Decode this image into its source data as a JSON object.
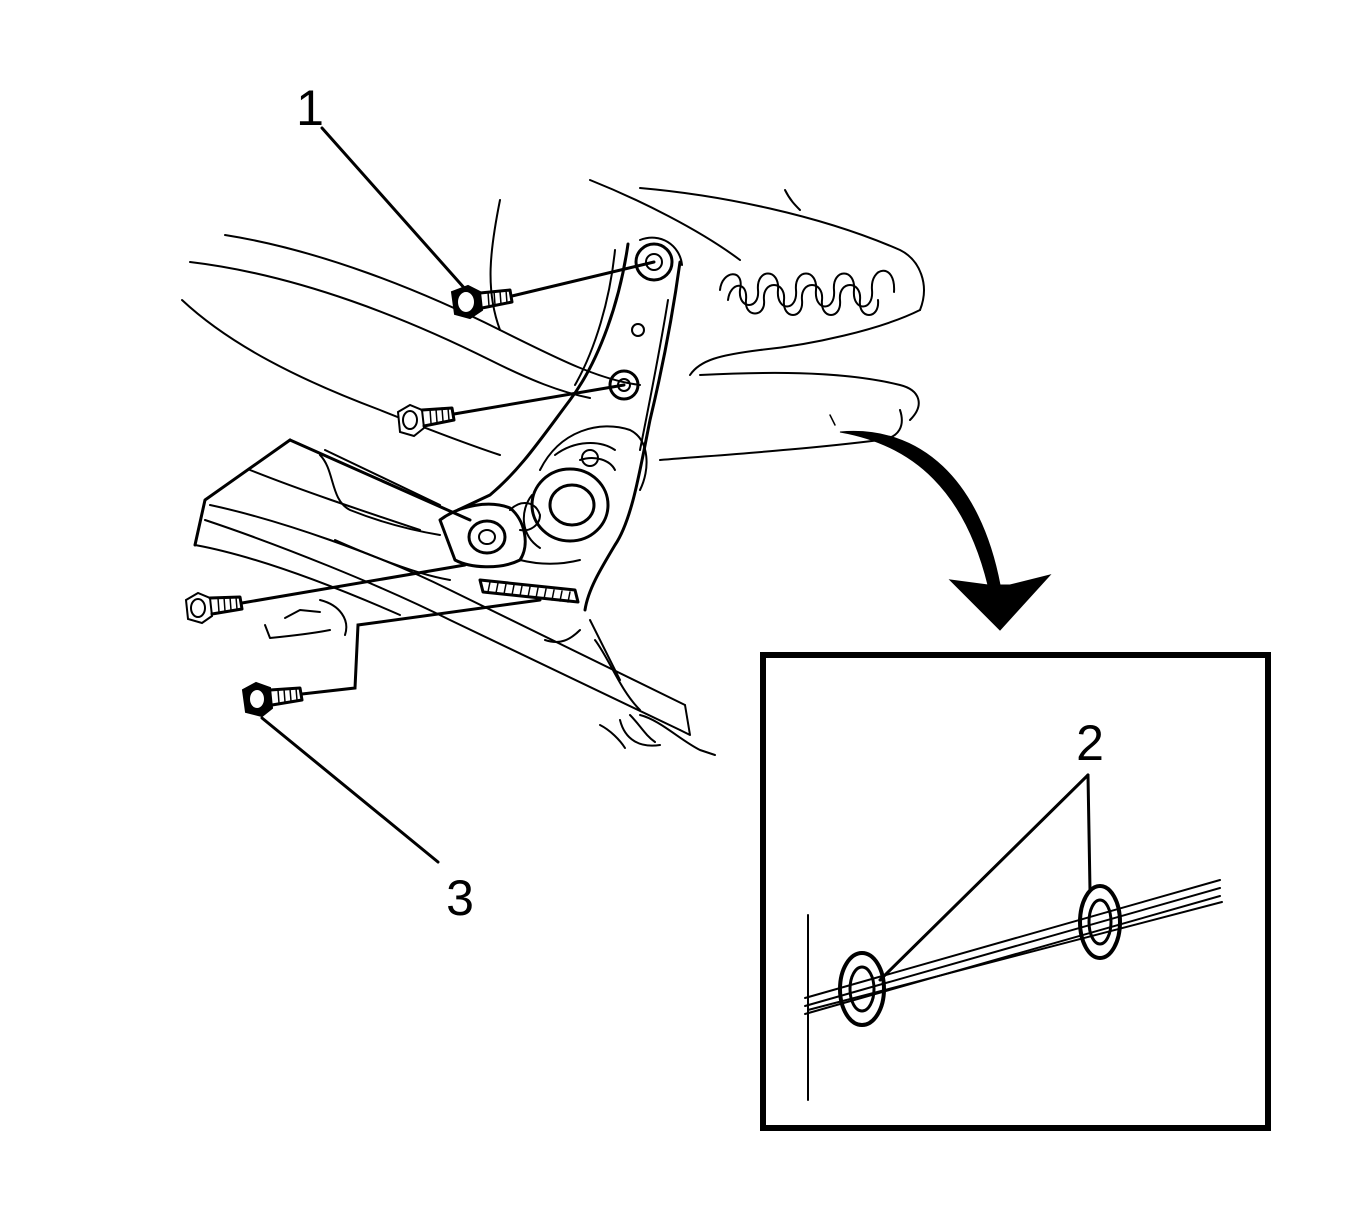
{
  "callouts": {
    "bolt_upper": "1",
    "seals": "2",
    "bolt_lower": "3"
  },
  "colors": {
    "line": "#000000",
    "background": "#ffffff"
  }
}
